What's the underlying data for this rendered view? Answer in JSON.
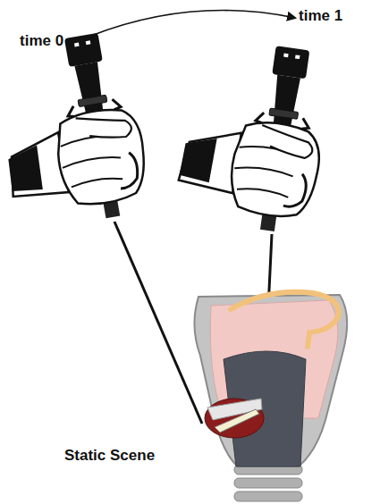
{
  "diagram": {
    "labels": [
      "time 0",
      "time 1",
      "Static Scene"
    ]
  }
}
